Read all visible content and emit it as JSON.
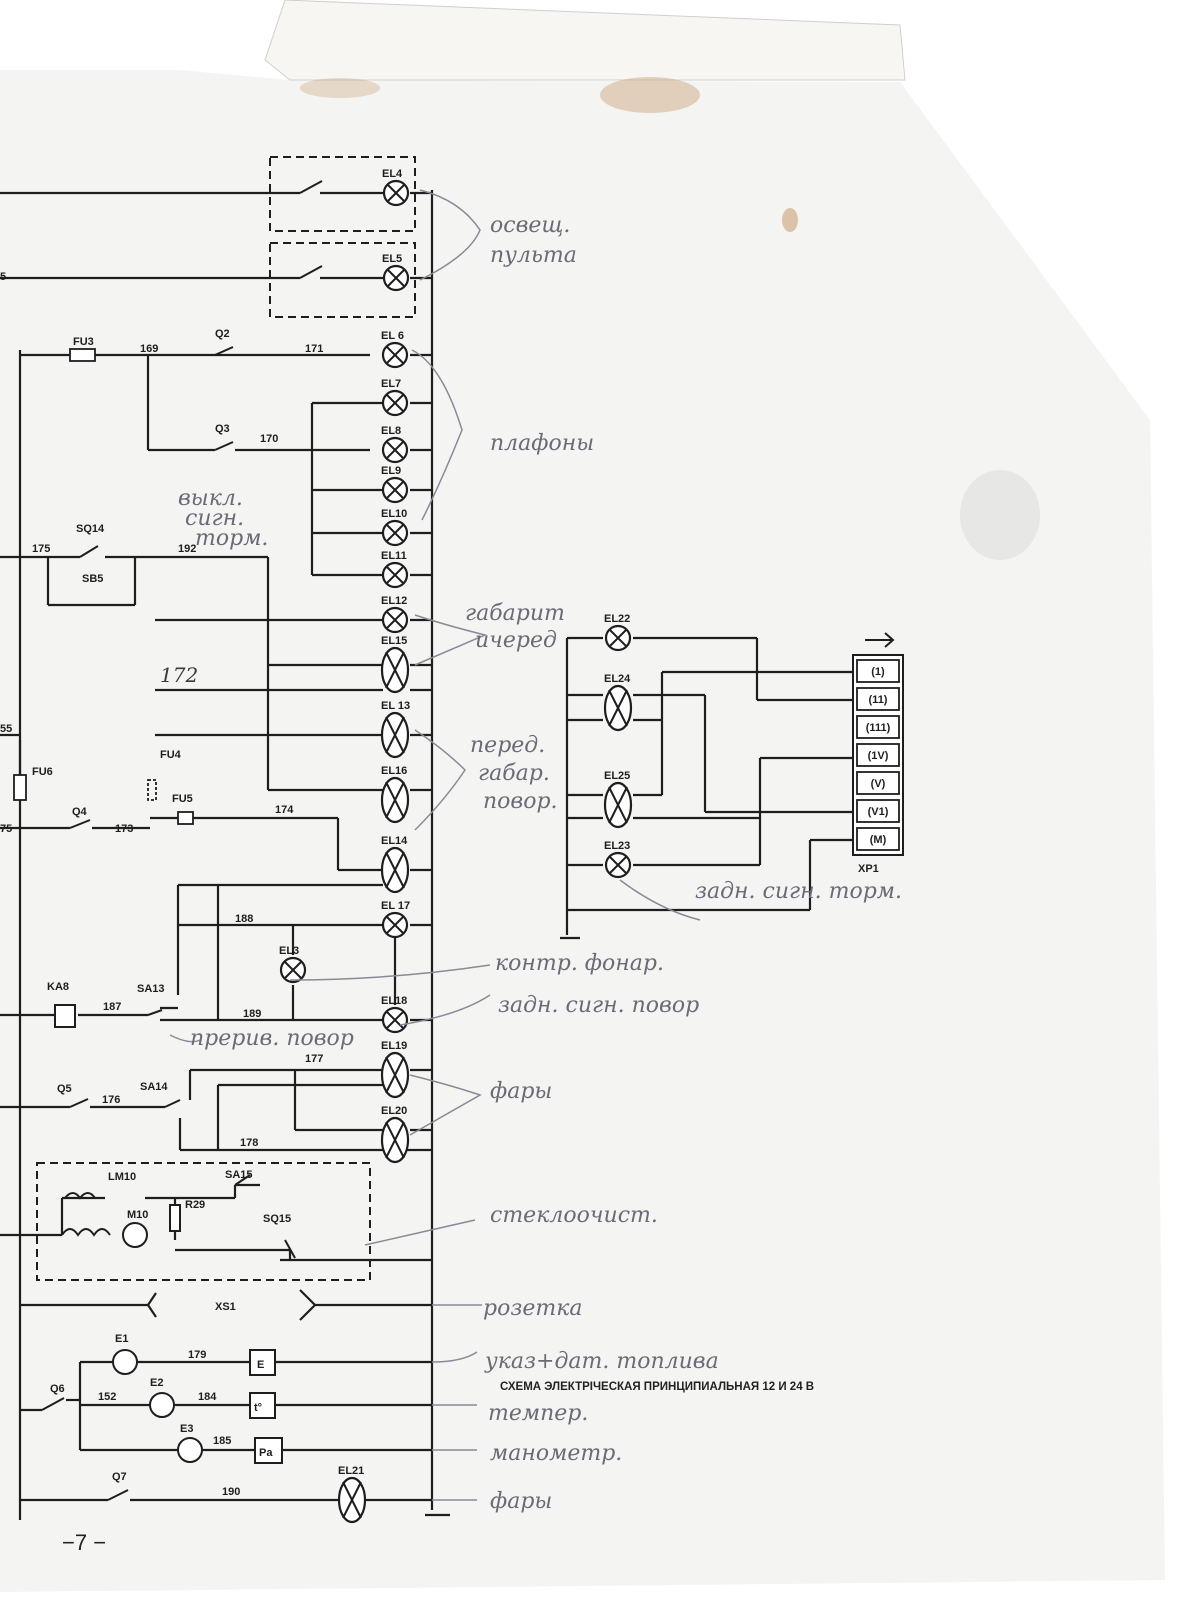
{
  "colors": {
    "paper": "#f6f6f4",
    "ink": "#1e1e1e",
    "pencil": "#6b6b78",
    "stain": "#c9a27a"
  },
  "diagram": {
    "title": "СХЕМА ЭЛЕКТРIЧЕСКАЯ ПРИНЦИПИАЛЬНАЯ 12 И 24 В",
    "page_number": "−7 −",
    "lamps": {
      "el4": "EL4",
      "el5": "EL5",
      "el6": "EL 6",
      "el7": "EL7",
      "el8": "EL8",
      "el9": "EL9",
      "el10": "EL10",
      "el11": "EL11",
      "el12": "EL12",
      "el15": "EL15",
      "el13": "EL 13",
      "el16": "EL16",
      "el14": "EL14",
      "el17": "EL 17",
      "el3": "EL3",
      "el18": "EL18",
      "el19": "EL19",
      "el20": "EL20",
      "el21": "EL21",
      "el22": "EL22",
      "el24": "EL24",
      "el25": "EL25",
      "el23": "EL23"
    },
    "components": {
      "fu3": "FU3",
      "fu4": "FU4",
      "fu5": "FU5",
      "fu6": "FU6",
      "q2": "Q2",
      "q3": "Q3",
      "q4": "Q4",
      "q5": "Q5",
      "q6": "Q6",
      "q7": "Q7",
      "sq14": "SQ14",
      "sb5": "SB5",
      "ka8": "KA8",
      "sa13": "SA13",
      "sa14": "SA14",
      "lm10": "LM10",
      "m10": "M10",
      "r29": "R29",
      "sa15": "SA15",
      "sq15": "SQ15",
      "xs1": "XS1",
      "e1": "E1",
      "e2": "E2",
      "e3": "E3",
      "xp1": "XP1",
      "gauge_e": "E",
      "gauge_t": "t°",
      "gauge_p": "Pa"
    },
    "wires": {
      "w169": "169",
      "w171": "171",
      "w170": "170",
      "w175a": "175",
      "w192": "192",
      "w172": "172",
      "w55": "55",
      "w75": "75",
      "w173": "173",
      "w174": "174",
      "w188": "188",
      "w187": "187",
      "w189": "189",
      "w177": "177",
      "w176": "176",
      "w178": "178",
      "w179": "179",
      "w152": "152",
      "w184": "184",
      "w185": "185",
      "w190": "190",
      "w5": "5"
    },
    "connector_pins": [
      "(1)",
      "(11)",
      "(111)",
      "(1V)",
      "(V)",
      "(V1)",
      "(M)"
    ],
    "notes": {
      "osveshch": "освещ.",
      "pulta": "пульта",
      "plafony": "плафоны",
      "vykl": "выкл.",
      "sign": "сигн.",
      "torm": "торм.",
      "gabarit": "габарит",
      "chereda": "ичеред",
      "pered": "перед.",
      "gabar": "габар.",
      "povor": "повор.",
      "zadn_sign_torm": "задн. сигн. торм.",
      "kontr": "контр. фонар.",
      "zadn_sign_povor": "задн. сигн. повор",
      "preriv": "прерив. повор",
      "fary1": "фары",
      "stekloochist": "стеклоочист.",
      "rozetka": "розетка",
      "ukaz": "указ+дат. топлива",
      "temper": "темпер.",
      "manometr": "манометр.",
      "fary2": "фары"
    }
  }
}
